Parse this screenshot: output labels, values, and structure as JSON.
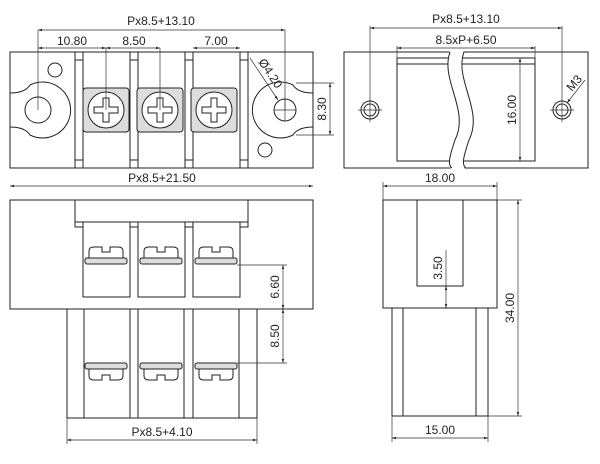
{
  "top_view": {
    "overall": "Px8.5+13.10",
    "dim_edge": "10.80",
    "dim_pitch": "8.50",
    "dim_slot": "7.00",
    "hole_dia": "Ø4.20",
    "hole_height": "8.30"
  },
  "front_view": {
    "overall": "Px8.5+21.50",
    "pin_span": "Px8.5+4.10",
    "screw_offset": "6.60",
    "pin_offset": "8.50"
  },
  "bottom_view": {
    "overall": "Px8.5+13.10",
    "inner": "8.5xP+6.50",
    "height": "16.00",
    "thread": "M3"
  },
  "side_view": {
    "width": "18.00",
    "height": "34.00",
    "slot_depth": "3.50",
    "pin_width": "15.00"
  }
}
